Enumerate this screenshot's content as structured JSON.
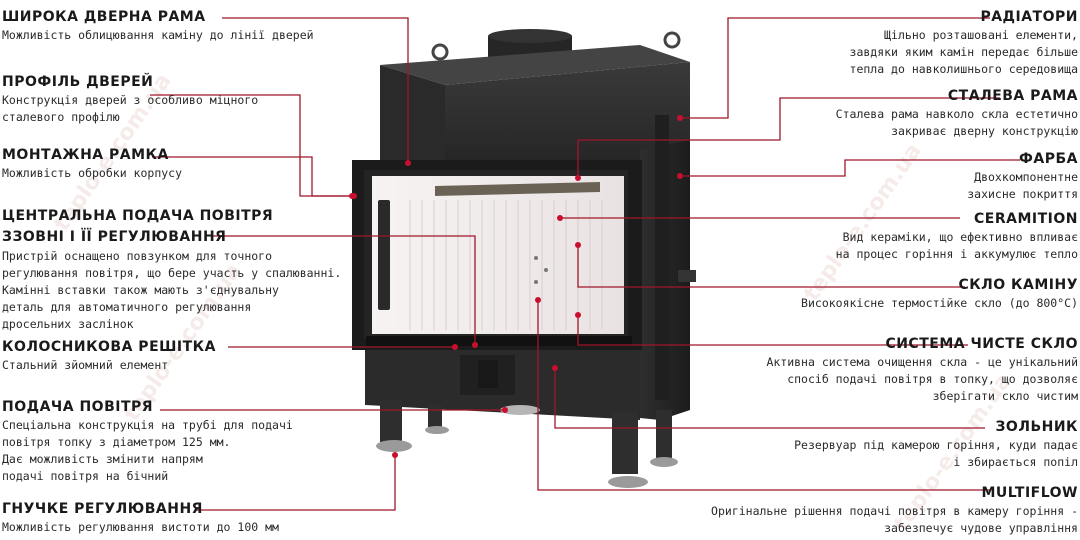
{
  "colors": {
    "leader": "#a0162b",
    "dot": "#c8102e",
    "body": "#2b2b2b",
    "glass": "#f1ecec"
  },
  "watermark": "teplo-e.com.ua",
  "labels_left": [
    {
      "id": "wide-frame",
      "title": "ШИРОКА ДВЕРНА РАМА",
      "desc": "Можливість облицювання каміну до лінії дверей"
    },
    {
      "id": "door-profile",
      "title": "ПРОФІЛЬ ДВЕРЕЙ",
      "desc": "Конструкція дверей з особливо міцного\nсталевого профілю"
    },
    {
      "id": "mounting-frame",
      "title": "МОНТАЖНА РАМКА",
      "desc": "Можливість обробки корпусу"
    },
    {
      "id": "central-air",
      "title": "ЦЕНТРАЛЬНА ПОДАЧА ПОВІТРЯ\nЗЗОВНІ І ЇЇ РЕГУЛЮВАННЯ",
      "desc": "Пристрій оснащено повзунком для точного\nрегулювання повітря, що бере участь у спалюванні.\nКамінні вставки також мають з'єднувальну\nдеталь для автоматичного регулювання\nдросельних заслінок"
    },
    {
      "id": "grate",
      "title": "КОЛОСНИКОВА РЕШІТКА",
      "desc": "Стальний зйомний елемент"
    },
    {
      "id": "air-supply",
      "title": "ПОДАЧА ПОВІТРЯ",
      "desc": "Спеціальна конструкція на трубі для подачі\nповітря топку з діаметром 125 мм.\nДає можливість змінити напрям\nподачі повітря на бічний"
    },
    {
      "id": "flexible-adjust",
      "title": "ГНУЧКЕ РЕГУЛЮВАННЯ",
      "desc": "Можливість регулювання вистоти до 100 мм"
    }
  ],
  "labels_right": [
    {
      "id": "radiators",
      "title": "РАДІАТОРИ",
      "desc": "Щільно розташовані елементи,\nзавдяки яким камін передає більше\nтепла до навколишнього середовища"
    },
    {
      "id": "steel-frame",
      "title": "СТАЛЕВА РАМА",
      "desc": "Сталева рама навколо скла естетично\nзакриває дверну конструкцію"
    },
    {
      "id": "paint",
      "title": "ФАРБА",
      "desc": "Двохкомпонентне\nзахисне покриття"
    },
    {
      "id": "ceramition",
      "title": "CERAMITION",
      "desc": "Вид кераміки, що ефективно впливає\nна процес горіння і аккумулює тепло"
    },
    {
      "id": "fireplace-glass",
      "title": "СКЛО КАМІНУ",
      "desc": "Високоякісне термостійке скло (до 800°С)"
    },
    {
      "id": "clean-glass",
      "title": "СИСТЕМА ЧИСТЕ СКЛО",
      "desc": "Активна система очищення скла - це унікальний\nспосіб подачі повітря в топку, що дозволяє\nзберігати скло чистим"
    },
    {
      "id": "ash-pan",
      "title": "ЗОЛЬНИК",
      "desc": "Резервуар під камерою горіння, куди падає\nі збирається попіл"
    },
    {
      "id": "multiflow",
      "title": "MULTIFLOW",
      "desc": "Оригінальне рішення подачі повітря в камеру горіння -\nзабезпечує чудове управління"
    }
  ]
}
